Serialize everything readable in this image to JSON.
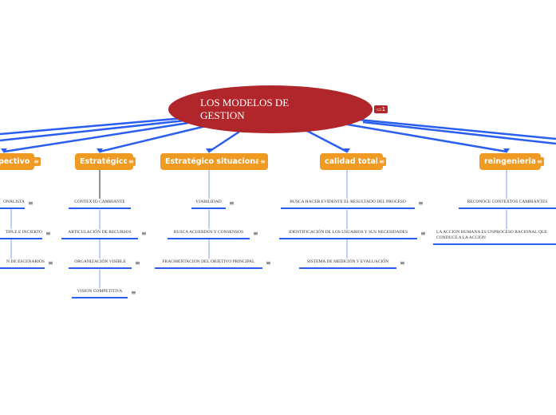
{
  "root": {
    "title": "LOS MODELOS DE GESTION",
    "comment_count": "1",
    "color": "#b0262a"
  },
  "branch_color": "#ee9a23",
  "line_color": "#2a5ef0",
  "branches": [
    {
      "label": "pectivo",
      "children": [
        "ONALISTA",
        "TIPLE E INCIERTO",
        "N DE ESCENARIOS"
      ]
    },
    {
      "label": "Estratégico",
      "children": [
        "CONTEXTO CAMBIANTE",
        "ARTICULACIÓN DE RECURSOS",
        "ORGANIZACIÓN VISIBLE",
        "VISION COMPETITIVA"
      ]
    },
    {
      "label": "Estratégico situacional",
      "children": [
        "VIABILIDAD",
        "BUSCA ACUERDOS Y CONSENSOS",
        "FRAGMENTACION DEL OBJETIVO PRINCIPAL"
      ]
    },
    {
      "label": "calidad total",
      "children": [
        "BUSCA HACER EVIDENTE EL RESULTADO DEL PROCESO",
        "IDENTIFICACIÓN DE LOS USUARIOS Y SUS NECESIDADES",
        "SISTEMA DE MEDICIÓN Y EVALUACIÓN"
      ]
    },
    {
      "label": "reingenieria",
      "children": [
        "RECONOCE CONTEXTOS CAMBIANTES",
        "LA ACCION HUMANA ES UNPROCESO RACIONAL QUE CONDUCE A LA ACCION"
      ]
    }
  ],
  "notes_icon": "≡"
}
